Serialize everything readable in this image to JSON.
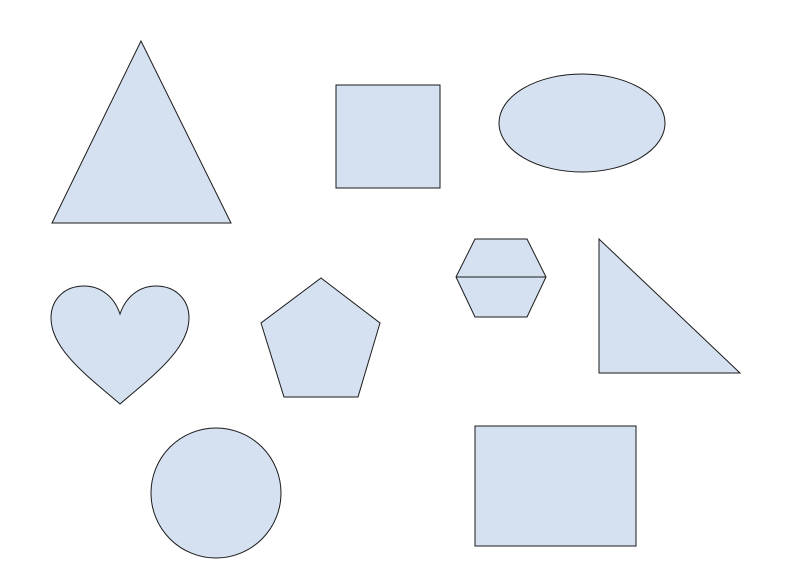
{
  "colors": {
    "background": "#ffffff",
    "shape_fill": "#d5e1f0",
    "shape_stroke": "#1a1a1a"
  },
  "shapes": [
    {
      "kind": "triangle"
    },
    {
      "kind": "square"
    },
    {
      "kind": "ellipse"
    },
    {
      "kind": "heart"
    },
    {
      "kind": "pentagon"
    },
    {
      "kind": "hexagon"
    },
    {
      "kind": "right-triangle"
    },
    {
      "kind": "circle"
    },
    {
      "kind": "rectangle"
    }
  ]
}
